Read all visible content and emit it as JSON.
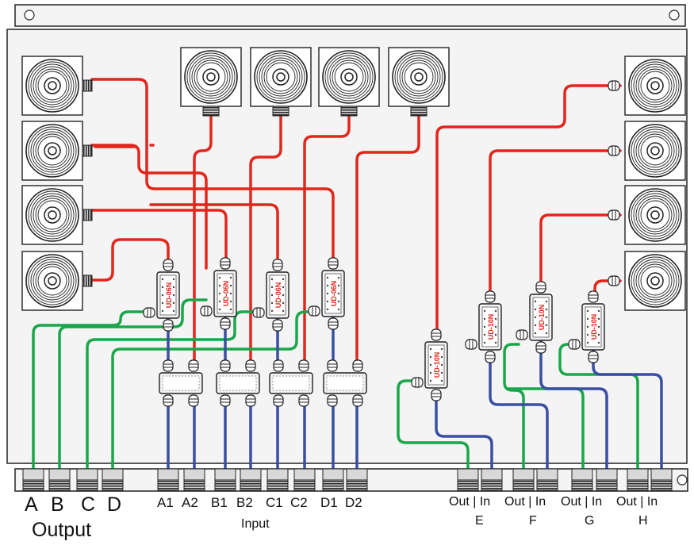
{
  "colors": {
    "red_cable": "#e1261c",
    "green_cable": "#1aa64a",
    "blue_cable": "#3a4ea2",
    "chassis_stroke": "#222222",
    "filter_text": "#e1261c"
  },
  "filters": {
    "left_label": "UD-06N",
    "right_label": "UD-10N"
  },
  "labels": {
    "output_letters": [
      "A",
      "B",
      "C",
      "D"
    ],
    "output_title": "Output",
    "input_ports": [
      "A1",
      "A2",
      "B1",
      "B2",
      "C1",
      "C2",
      "D1",
      "D2"
    ],
    "input_title": "Input",
    "outin_groups": [
      {
        "top": "Out | In",
        "letter": "E"
      },
      {
        "top": "Out | In",
        "letter": "F"
      },
      {
        "top": "Out | In",
        "letter": "G"
      },
      {
        "top": "Out | In",
        "letter": "H"
      }
    ]
  }
}
